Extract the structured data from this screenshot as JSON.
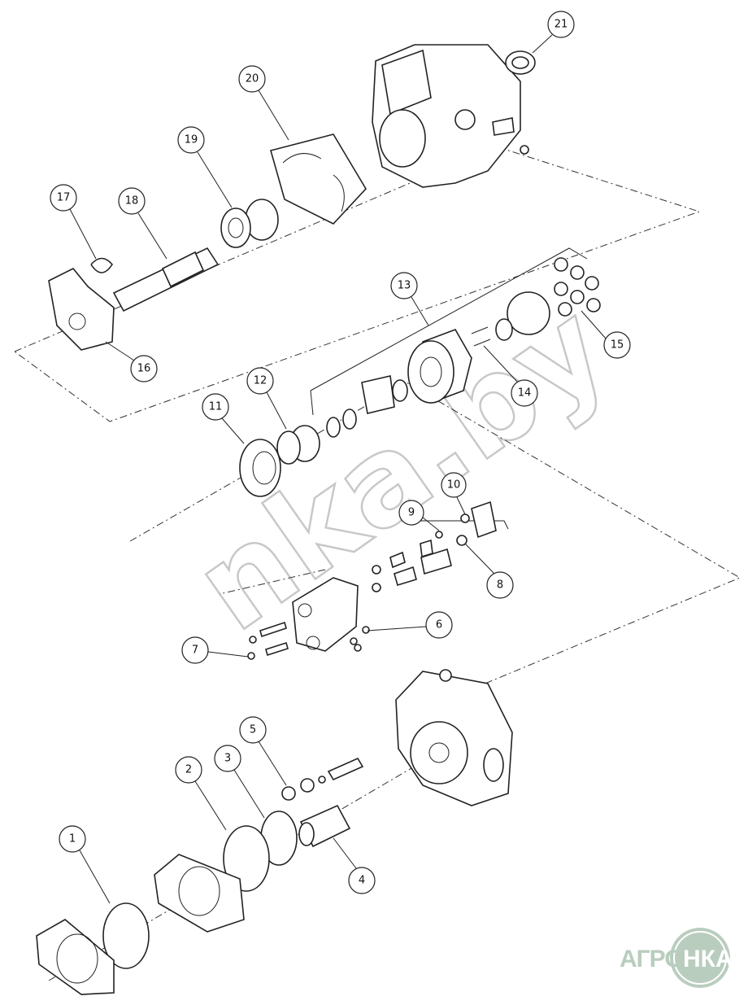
{
  "diagram": {
    "callouts": [
      "1",
      "2",
      "3",
      "4",
      "5",
      "6",
      "7",
      "8",
      "9",
      "10",
      "11",
      "12",
      "13",
      "14",
      "15",
      "16",
      "17",
      "18",
      "19",
      "20",
      "21"
    ],
    "watermark": "nka.by",
    "logo": {
      "left": "АГРО",
      "right": "НКА"
    }
  }
}
